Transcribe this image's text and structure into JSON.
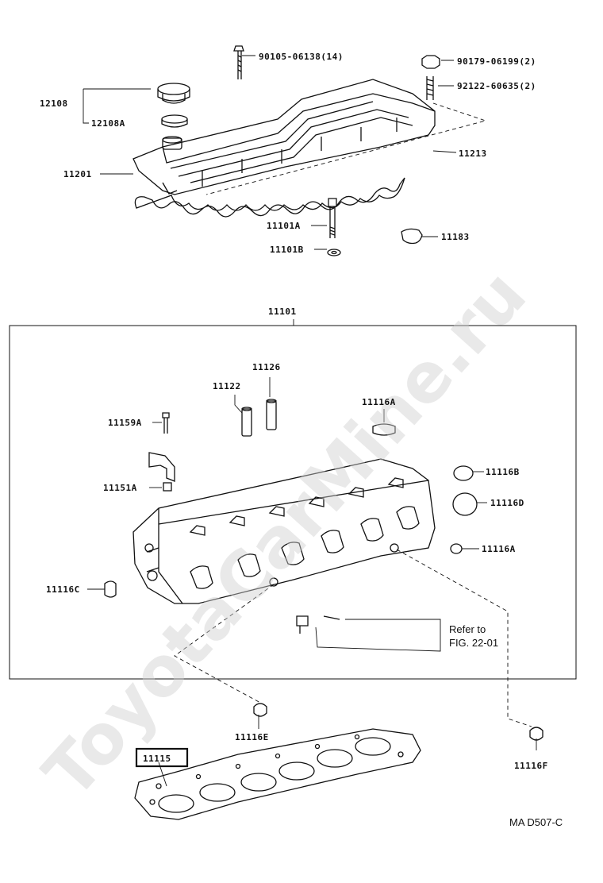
{
  "labels": {
    "l_90105": "90105-06138(14)",
    "l_90179": "90179-06199(2)",
    "l_92122": "92122-60635(2)",
    "l_12108": "12108",
    "l_12108A": "12108A",
    "l_11201": "11201",
    "l_11213": "11213",
    "l_11101A": "11101A",
    "l_11101B": "11101B",
    "l_11183": "11183",
    "l_11101": "11101",
    "l_11126": "11126",
    "l_11122": "11122",
    "l_11116A_top": "11116A",
    "l_11159A": "11159A",
    "l_11116B": "11116B",
    "l_11151A": "11151A",
    "l_11116D": "11116D",
    "l_11116A_right": "11116A",
    "l_11116C": "11116C",
    "l_refer1": "Refer to",
    "l_refer2": "FIG. 22-01",
    "l_11116E": "11116E",
    "l_11115": "11115",
    "l_11116F": "11116F",
    "l_code": "MA D507-C"
  },
  "watermark": "ToyotaCarMine.ru",
  "colors": {
    "ink": "#111111",
    "highlight_box": "#111111"
  }
}
